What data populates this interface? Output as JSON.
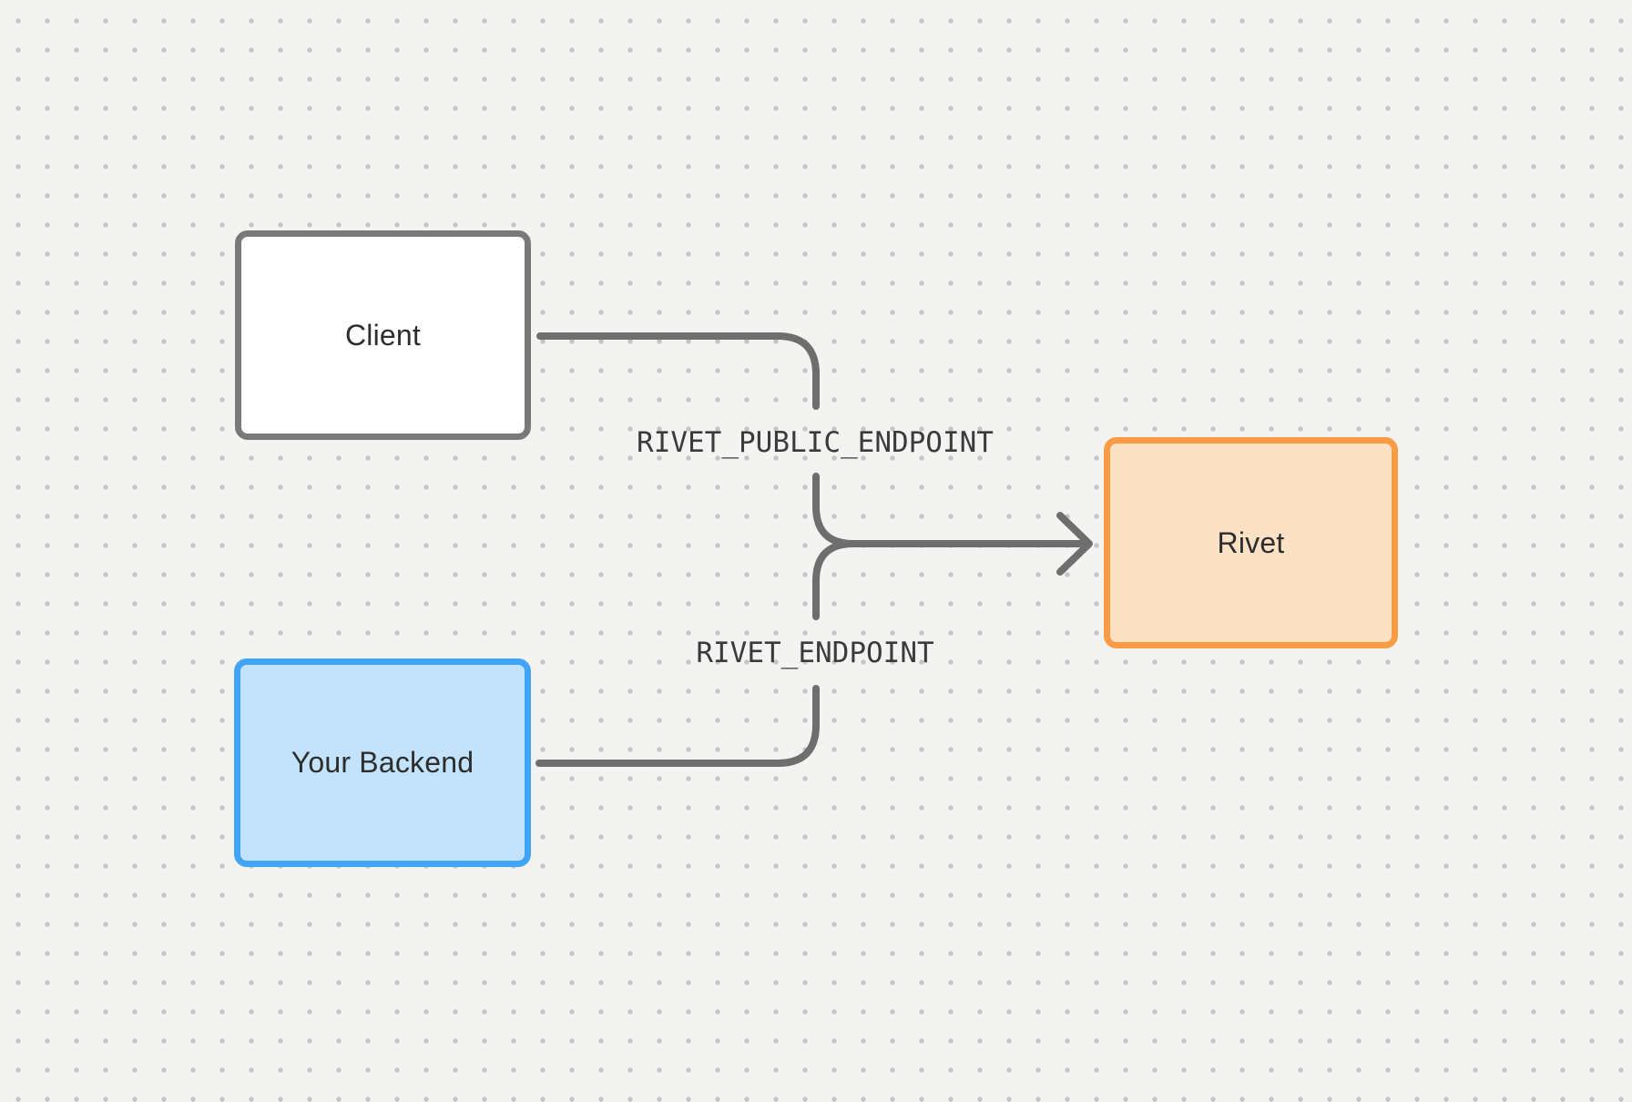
{
  "diagram": {
    "background": "#f3f3f2",
    "dot_color": "#c3c3c3",
    "connector_color": "#6e6e6e",
    "nodes": {
      "client": {
        "label": "Client",
        "fill": "#ffffff",
        "border": "#797979",
        "text_color": "#2d2d2d"
      },
      "backend": {
        "label": "Your Backend",
        "fill": "#c2e3fb",
        "border": "#41a4f5",
        "text_color": "#2d2d2d"
      },
      "rivet": {
        "label": "Rivet",
        "fill": "#fce1c5",
        "border": "#f99c45",
        "text_color": "#2d2d2d"
      }
    },
    "edge_labels": {
      "public_endpoint": "RIVET_PUBLIC_ENDPOINT",
      "endpoint": "RIVET_ENDPOINT"
    }
  }
}
